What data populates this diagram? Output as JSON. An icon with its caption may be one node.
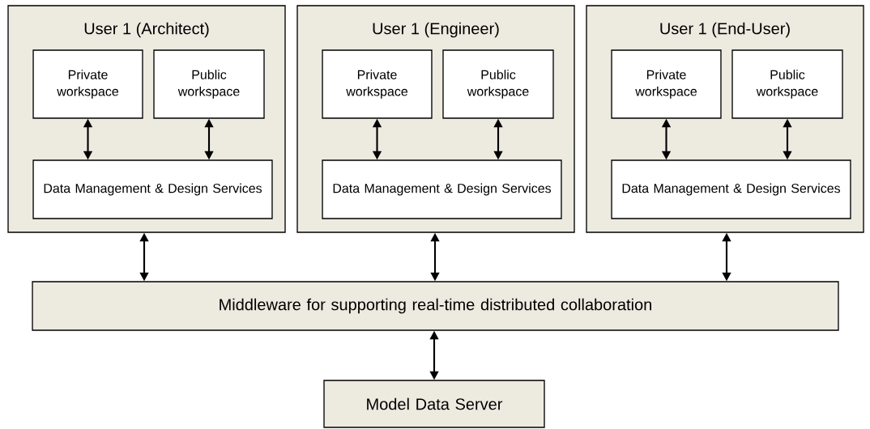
{
  "diagram": {
    "nodes": [
      {
        "text": [
          "User 1 (Architect)"
        ]
      },
      {
        "text": [
          "Private workspace"
        ],
        "in": 0
      },
      {
        "text": [
          "Public workspace"
        ],
        "in": 0
      },
      {
        "text": [
          "Data Management & Design Services"
        ],
        "in": 0
      },
      {
        "text": [
          "User 1 (Engineer)"
        ]
      },
      {
        "text": [
          "Private workspace"
        ],
        "in": 4
      },
      {
        "text": [
          "Public workspace"
        ],
        "in": 4
      },
      {
        "text": [
          "Data Management & Design Services"
        ],
        "in": 4
      },
      {
        "text": [
          "User 1 (End-User)"
        ]
      },
      {
        "text": [
          "Private workspace"
        ],
        "in": 8
      },
      {
        "text": [
          "Public workspace"
        ],
        "in": 8
      },
      {
        "text": [
          "Data Management & Design Services"
        ],
        "in": 8
      },
      {
        "text": [
          "Middleware for supporting real-time distributed collaboration"
        ]
      },
      {
        "text": [
          "Model Data Server"
        ]
      }
    ],
    "edges": [
      {
        "from": 1,
        "to": 3,
        "arrow": "both"
      },
      {
        "from": 2,
        "to": 3,
        "arrow": "both"
      },
      {
        "from": 5,
        "to": 7,
        "arrow": "both"
      },
      {
        "from": 6,
        "to": 7,
        "arrow": "both"
      },
      {
        "from": 9,
        "to": 11,
        "arrow": "both"
      },
      {
        "from": 10,
        "to": 11,
        "arrow": "both"
      },
      {
        "from": 0,
        "to": 12,
        "arrow": "both"
      },
      {
        "from": 4,
        "to": 12,
        "arrow": "both"
      },
      {
        "from": 8,
        "to": 12,
        "arrow": "both"
      },
      {
        "from": 12,
        "to": 13,
        "arrow": "both"
      }
    ]
  }
}
